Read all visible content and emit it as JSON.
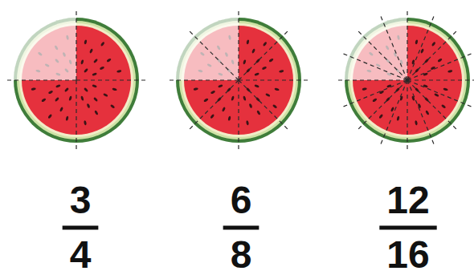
{
  "diagram": {
    "labels": [
      "3",
      "4",
      "6",
      "8",
      "12",
      "16"
    ]
  }
}
